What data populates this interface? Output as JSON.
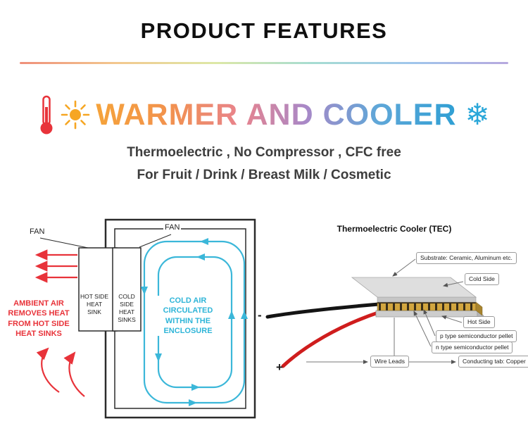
{
  "header": {
    "title": "PRODUCT FEATURES"
  },
  "hero": {
    "headline": "WARMER AND COOLER",
    "subtitle1": "Thermoelectric , No Compressor , CFC free",
    "subtitle2": "For Fruit / Drink / Breast Milk / Cosmetic",
    "snowflake_glyph": "❄"
  },
  "cooler_diagram": {
    "fan_left": "FAN",
    "fan_right": "FAN",
    "ambient": "AMBIENT AIR REMOVES HEAT FROM HOT SIDE HEAT SINKS",
    "hot_side": "HOT SIDE HEAT SINK",
    "cold_side": "COLD SIDE HEAT SINKS",
    "cold_air": "COLD AIR CIRCULATED WITHIN THE ENCLOSURE"
  },
  "tec_diagram": {
    "title": "Thermoelectric Cooler (TEC)",
    "substrate": "Substrate: Ceramic, Aluminum etc.",
    "cold_side": "Cold Side",
    "hot_side": "Hot Side",
    "p_type": "p type semiconductor pellet",
    "n_type": "n type semiconductor pellet",
    "wire_leads": "Wire Leads",
    "conducting_tab": "Conducting tab: Copper",
    "negative": "-",
    "positive": "+"
  },
  "colors": {
    "hot_red": "#e8333a",
    "cold_cyan": "#35b4d8",
    "accent_orange": "#f5a33a",
    "accent_blue": "#2f9fd4",
    "copper": "#d2a63f"
  }
}
